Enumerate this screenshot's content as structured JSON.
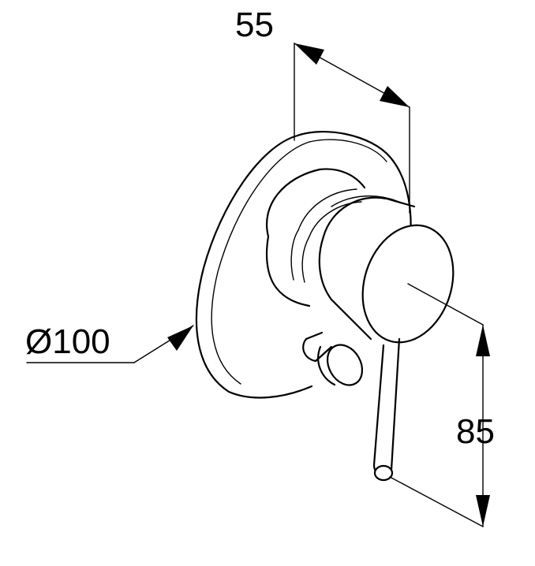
{
  "dimensions": {
    "depth": "55",
    "diameter": "Ø100",
    "height": "85"
  },
  "colors": {
    "line": "#000000",
    "background": "#ffffff"
  }
}
